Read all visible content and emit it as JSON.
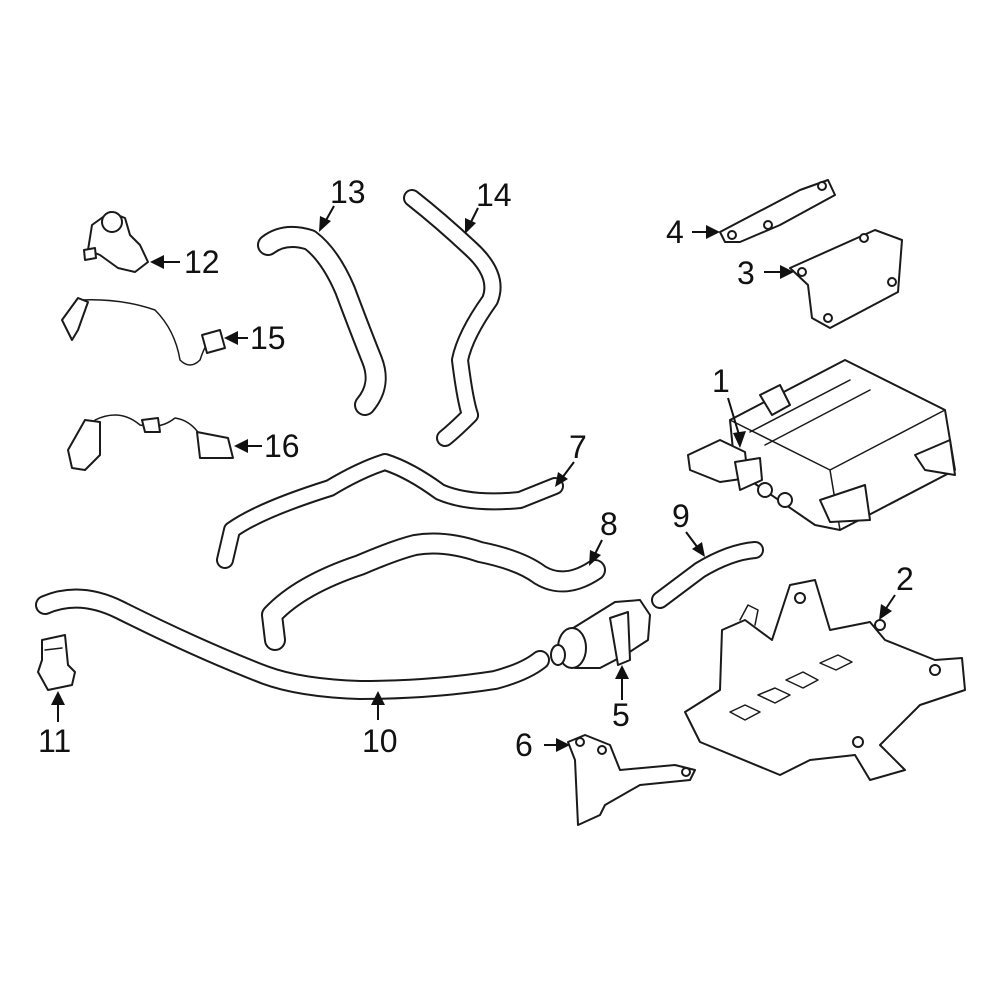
{
  "highlight_color": "#2233bb",
  "callouts": [
    {
      "id": "1",
      "label": "1"
    },
    {
      "id": "2",
      "label": "2"
    },
    {
      "id": "3",
      "label": "3"
    },
    {
      "id": "4",
      "label": "4"
    },
    {
      "id": "5",
      "label": "5",
      "highlighted": true
    },
    {
      "id": "6",
      "label": "6"
    },
    {
      "id": "7",
      "label": "7"
    },
    {
      "id": "8",
      "label": "8"
    },
    {
      "id": "9",
      "label": "9"
    },
    {
      "id": "10",
      "label": "10"
    },
    {
      "id": "11",
      "label": "11"
    },
    {
      "id": "12",
      "label": "12"
    },
    {
      "id": "13",
      "label": "13"
    },
    {
      "id": "14",
      "label": "14"
    },
    {
      "id": "15",
      "label": "15"
    },
    {
      "id": "16",
      "label": "16"
    }
  ]
}
